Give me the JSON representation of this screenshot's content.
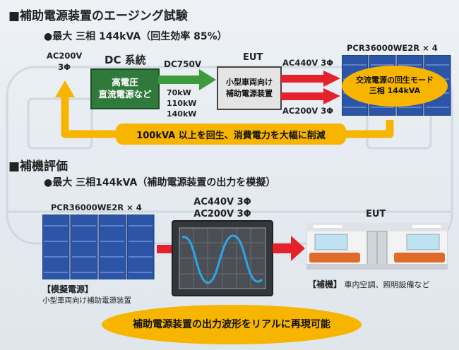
{
  "section1": {
    "title": "■補助電源装置のエージング試験",
    "subtitle": "●最大 三相 144kVA（回生効率 85%）",
    "input_label_1": "AC200V",
    "input_label_2": "3Φ",
    "dc_title": "DC 系統",
    "dc_box_line1": "高電圧",
    "dc_box_line2": "直流電源など",
    "dc_voltage": "DC750V",
    "power_levels": [
      "70kW",
      "110kW",
      "140kW"
    ],
    "eut_title": "EUT",
    "eut_line1": "小型車両向け",
    "eut_line2": "補助電源装置",
    "out_upper": "AC440V 3Φ",
    "out_lower": "AC200V 3Φ",
    "pcr_model": "PCR36000WE2R × 4",
    "regen_line1": "交流電源の回生モード",
    "regen_line2": "三相 144kVA",
    "feedback_text": "100kVA 以上を回生、消費電力を大幅に削減"
  },
  "section2": {
    "title": "■補機評価",
    "subtitle": "●最大 三相144kVA（補助電源装置の出力を模擬）",
    "pcr_model": "PCR36000WE2R × 4",
    "osc_line1": "AC440V 3Φ",
    "osc_line2": "AC200V 3Φ",
    "sim_label": "【模擬電源】",
    "sim_sub": "小型車両向け補助電源装置",
    "eut_title": "EUT",
    "aux_label": "【補機】",
    "aux_desc": "車内空調、照明設備など",
    "bottom_text": "補助電源装置の出力波形をリアルに再現可能"
  },
  "colors": {
    "arrow_red": "#e5212b",
    "arrow_green": "#3c9b3c",
    "accent_yellow": "#f7b500",
    "rack_blue": "#2c55a8",
    "dc_green": "#2f7a3b",
    "heading_bullet": "#1f56a8"
  }
}
